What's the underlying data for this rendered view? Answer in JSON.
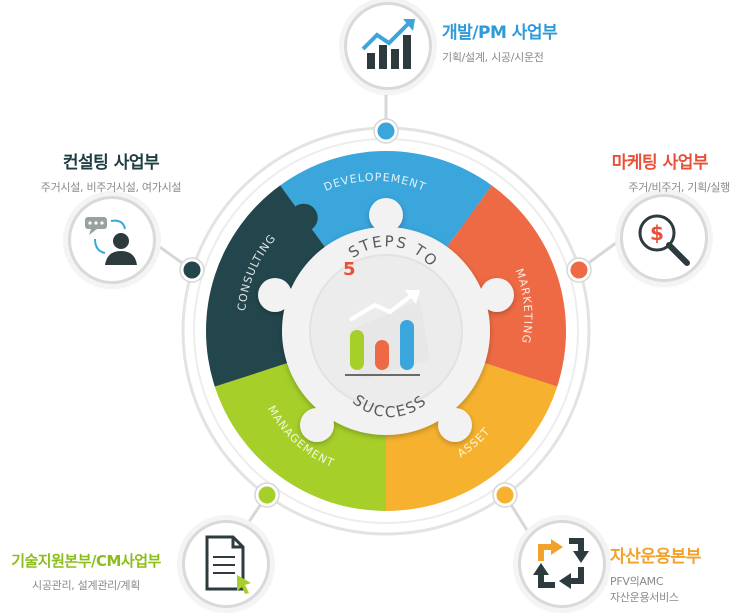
{
  "center": {
    "number": "5",
    "steps_to": "STEPS TO",
    "success": "SUCCESS"
  },
  "segments": [
    {
      "label": "DEVELOPEMENT",
      "color": "#3aa6dc"
    },
    {
      "label": "MARKETING",
      "color": "#ee6a44"
    },
    {
      "label": "ASSET",
      "color": "#f6b22f"
    },
    {
      "label": "MANAGEMENT",
      "color": "#a6cf2a"
    },
    {
      "label": "CONSULTING",
      "color": "#23464c"
    }
  ],
  "departments": {
    "dev": {
      "title": "개발/PM 사업부",
      "sub": "기획/설계, 시공/시운전",
      "color": "#2f9ad8",
      "icon": "growth-chart-icon"
    },
    "marketing": {
      "title": "마케팅 사업부",
      "sub": "주거/비주거, 기획/실행",
      "color": "#e8503a",
      "icon": "dollar-magnifier-icon"
    },
    "consulting": {
      "title": "컨설팅 사업부",
      "sub": "주거시설, 비주거시설, 여가시설",
      "color": "#1e3d42",
      "icon": "consultant-icon"
    },
    "tech": {
      "title": "기술지원본부/CM사업부",
      "sub": "시공관리, 설계관리/계획",
      "color": "#8dbd1c",
      "icon": "document-cursor-icon"
    },
    "asset": {
      "title": "자산운용본부",
      "sub_line1": "PFV의AMC",
      "sub_line2": "자산운용서비스",
      "color": "#f2a22a",
      "icon": "cycle-arrows-icon"
    }
  }
}
